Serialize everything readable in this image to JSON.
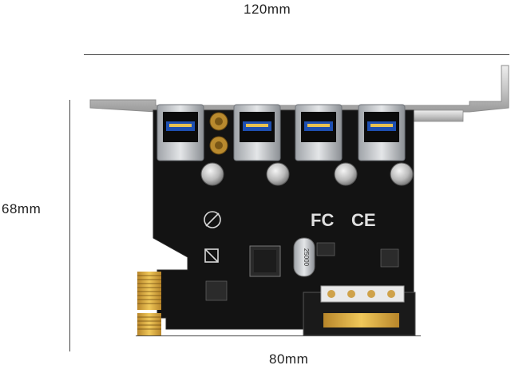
{
  "dimensions": {
    "width_label": "120mm",
    "height_label": "68mm",
    "board_width_label": "80mm"
  },
  "board_markings": {
    "crystal": "25000",
    "fcc": "FC",
    "ce": "CE"
  },
  "product": {
    "usb_ports": 4,
    "colors": {
      "pcb": "#111111",
      "bracket": "#cfcfcf",
      "usb_insert": "#1e4fb0",
      "gold_contacts": "#d4a23a"
    }
  }
}
